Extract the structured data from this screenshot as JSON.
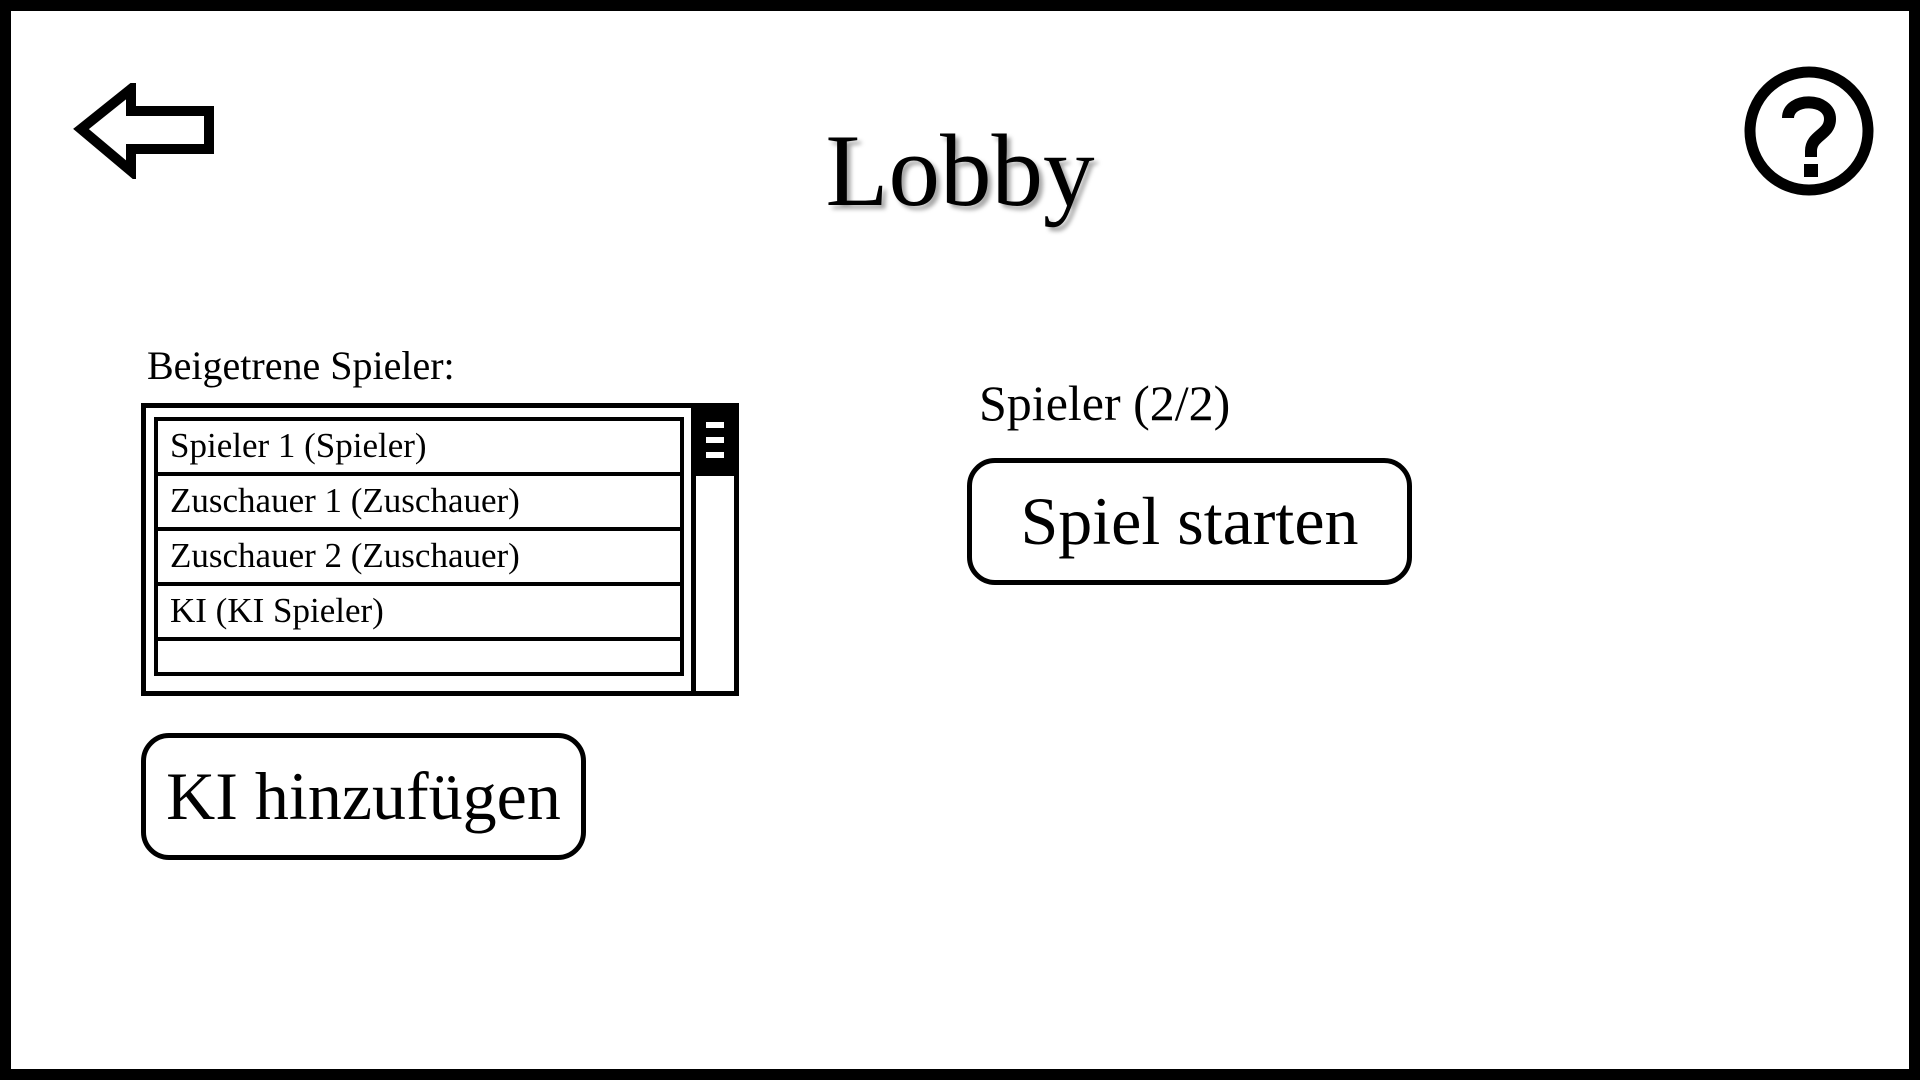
{
  "header": {
    "title": "Lobby",
    "back_icon": "arrow-left-icon",
    "help_icon": "question-circle-icon"
  },
  "players_panel": {
    "label": "Beigetrene Spieler:",
    "items": [
      {
        "label": "Spieler 1 (Spieler)"
      },
      {
        "label": "Zuschauer 1 (Zuschauer)"
      },
      {
        "label": "Zuschauer 2 (Zuschauer)"
      },
      {
        "label": "KI (KI Spieler)"
      },
      {
        "label": ""
      }
    ],
    "add_ai_label": "KI hinzufügen"
  },
  "game_panel": {
    "player_count_label": "Spieler (2/2)",
    "start_label": "Spiel starten"
  }
}
